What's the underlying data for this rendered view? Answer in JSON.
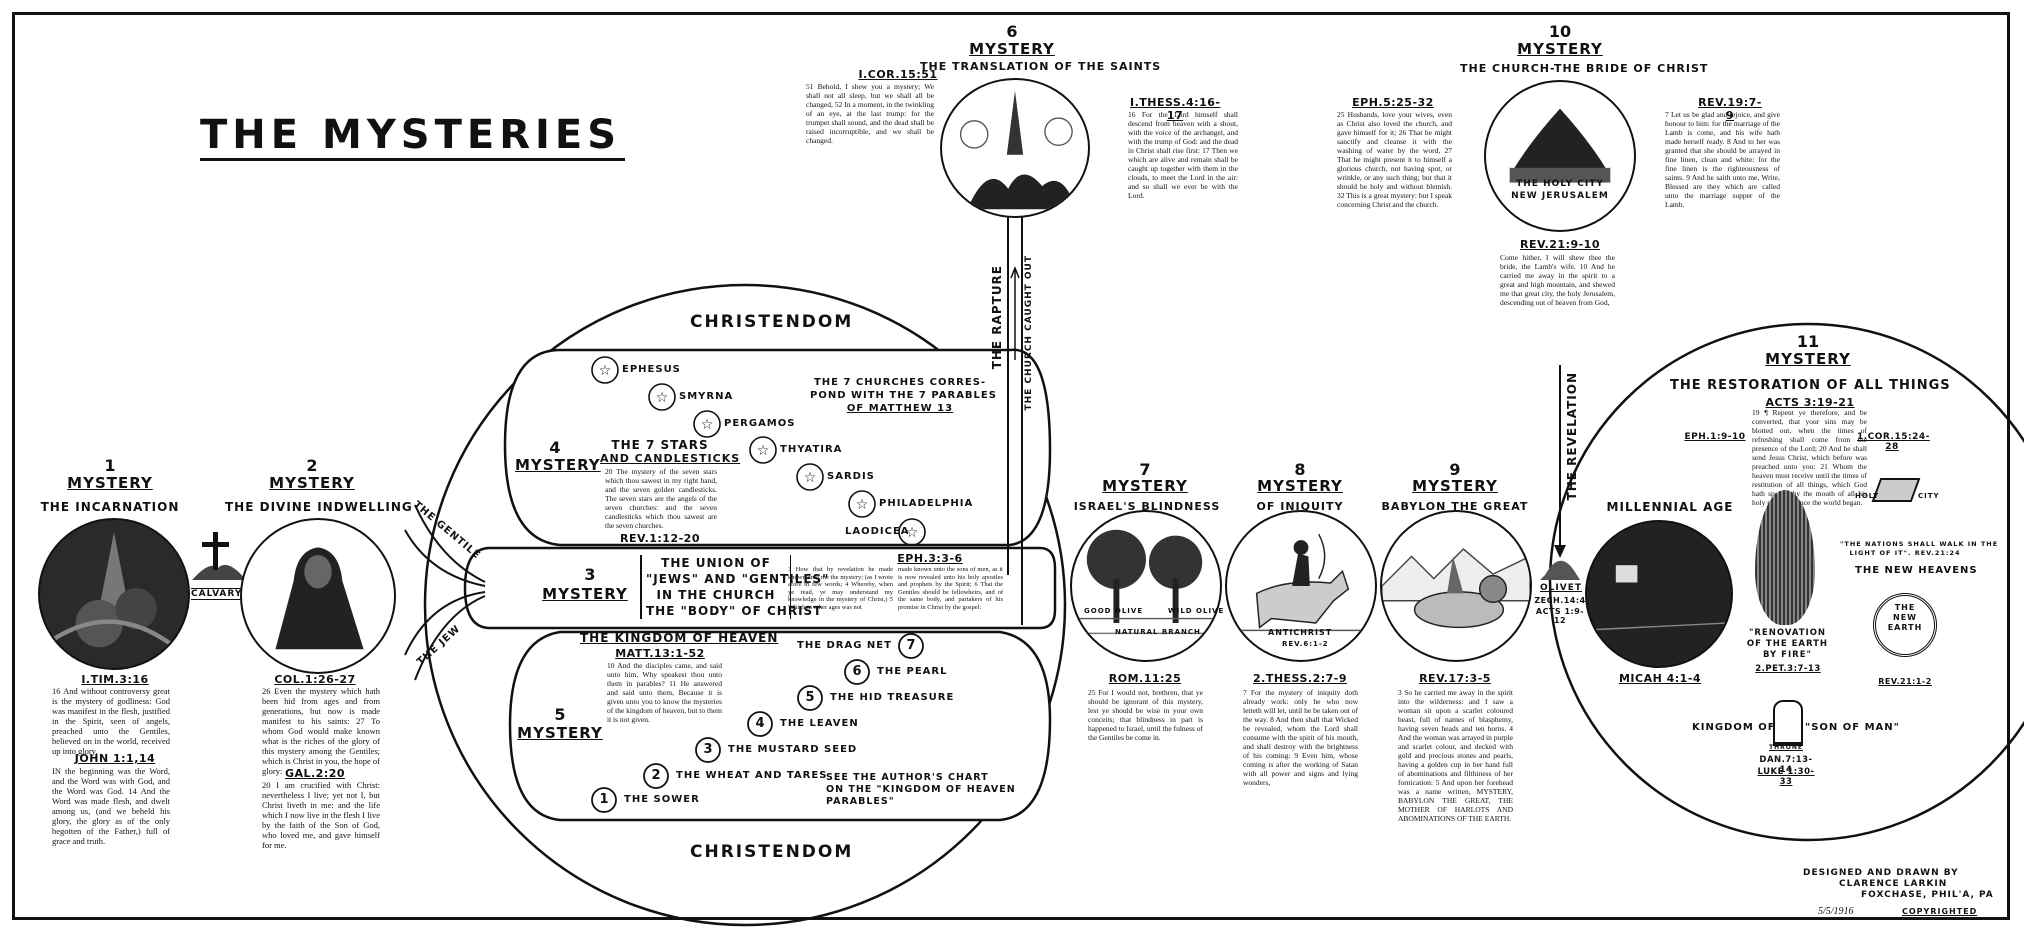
{
  "title": "The Mysteries",
  "mystery_word": "Mystery",
  "m1": {
    "number": "1",
    "arc_title": "The Incarnation",
    "refs": [
      {
        "ref": "I.Tim.3:16",
        "text": "16 And without controversy great is the mystery of godliness: God was manifest in the flesh, justified in the Spirit, seen of angels, preached unto the Gentiles, believed on in the world, received up into glory."
      },
      {
        "ref": "John 1:1,14",
        "text": "IN the beginning was the Word, and the Word was with God, and the Word was God. 14 And the Word was made flesh, and dwelt among us, (and we beheld his glory, the glory as of the only begotten of the Father,) full of grace and truth."
      }
    ]
  },
  "calvary": "Calvary",
  "m2": {
    "number": "2",
    "arc_title": "The Divine Indwelling",
    "refs": [
      {
        "ref": "Col.1:26-27",
        "text": "26 Even the mystery which hath been hid from ages and from generations, but now is made manifest to his saints: 27 To whom God would make known what is the riches of the glory of this mystery among the Gentiles; which is Christ in you, the hope of glory:"
      },
      {
        "ref": "Gal.2:20",
        "text": "20 I am crucified with Christ: nevertheless I live; yet not I, but Christ liveth in me: and the life which I now live in the flesh I live by the faith of the Son of God, who loved me, and gave himself for me."
      }
    ]
  },
  "streams": {
    "gentile": "The Gentile",
    "jew": "The Jew"
  },
  "christendom": "Christendom",
  "m3": {
    "number": "3",
    "lines": [
      "The Union Of",
      "\"Jews\" and \"Gentiles\"",
      "In The Church",
      "The \"Body\" Of Christ"
    ],
    "ref": "Eph.3:3-6",
    "text_a": "3 How that by revelation he made known unto me the mystery; (as I wrote afore in few words; 4 Whereby, when ye read, ye may understand my knowledge in the mystery of Christ,) 5 Which in other ages was not",
    "text_b": "made known unto the sons of men, as it is now revealed unto his holy apostles and prophets by the Spirit; 6 That the Gentiles should be fellowheirs, and of the same body, and partakers of his promise in Christ by the gospel:"
  },
  "m4": {
    "number": "4",
    "heading": [
      "The 7 Stars",
      "And Candlesticks"
    ],
    "text": "20 The mystery of the seven stars which thou sawest in my right hand, and the seven golden candlesticks. The seven stars are the angels of the seven churches: and the seven candlesticks which thou sawest are the seven churches.",
    "ref": "Rev.1:12-20",
    "churches": [
      "Ephesus",
      "Smyrna",
      "Pergamos",
      "Thyatira",
      "Sardis",
      "Philadelphia",
      "Laodicea"
    ],
    "note": [
      "The 7 Churches Corres-",
      "pond With The 7 Parables",
      "Of Matthew 13"
    ]
  },
  "m5": {
    "number": "5",
    "heading": "The Kingdom Of Heaven",
    "ref": "Matt.13:1-52",
    "text": "10 And the disciples came, and said unto him, Why speakest thou unto them in parables? 11 He answered and said unto them, Because it is given unto you to know the mysteries of the kingdom of heaven, but to them it is not given.",
    "parables": [
      {
        "n": "1",
        "label": "The Sower"
      },
      {
        "n": "2",
        "label": "The Wheat and Tares"
      },
      {
        "n": "3",
        "label": "The Mustard Seed"
      },
      {
        "n": "4",
        "label": "The Leaven"
      },
      {
        "n": "5",
        "label": "The Hid Treasure"
      },
      {
        "n": "6",
        "label": "The Pearl"
      },
      {
        "n": "7",
        "label": "The Drag Net"
      }
    ],
    "note": [
      "See The Author's Chart",
      "On The \"Kingdom Of Heaven",
      "Parables\""
    ]
  },
  "m6": {
    "number": "6",
    "arc_title": "The Translation Of The Saints",
    "rapture": "The Rapture",
    "caught_out": "The Church Caught Out",
    "left": {
      "ref": "I.Cor.15:51",
      "text": "51 Behold, I shew you a mystery; We shall not all sleep, but we shall all be changed, 52 In a moment, in the twinkling of an eye, at the last trump: for the trumpet shall sound, and the dead shall be raised incorruptible, and we shall be changed."
    },
    "right": {
      "ref": "I.Thess.4:16-17",
      "text": "16 For the Lord himself shall descend from heaven with a shout, with the voice of the archangel, and with the trump of God: and the dead in Christ shall rise first: 17 Then we which are alive and remain shall be caught up together with them in the clouds, to meet the Lord in the air: and so shall we ever be with the Lord."
    }
  },
  "m7": {
    "number": "7",
    "arc_title": "Israel's Blindness",
    "img_labels": [
      "Good Olive",
      "Wild Olive",
      "Natural Branch"
    ],
    "ref": "Rom.11:25",
    "text": "25 For I would not, brethren, that ye should be ignorant of this mystery, lest ye should be wise in your own conceits; that blindness in part is happened to Israel, until the fulness of the Gentiles be come in."
  },
  "m8": {
    "number": "8",
    "arc_title": "Of Iniquity",
    "img_labels": [
      "Antichrist",
      "Rev.6:1-2"
    ],
    "ref": "2.Thess.2:7-9",
    "text": "7 For the mystery of iniquity doth already work: only he who now letteth will let, until he be taken out of the way. 8 And then shall that Wicked be revealed, whom the Lord shall consume with the spirit of his mouth, and shall destroy with the brightness of his coming: 9 Even him, whose coming is after the working of Satan with all power and signs and lying wonders,"
  },
  "m9": {
    "number": "9",
    "arc_title": "Babylon The Great",
    "ref": "Rev.17:3-5",
    "text": "3 So he carried me away in the spirit into the wilderness: and I saw a woman sit upon a scarlet coloured beast, full of names of blasphemy, having seven heads and ten horns. 4 And the woman was arrayed in purple and scarlet colour, and decked with gold and precious stones and pearls, having a golden cup in her hand full of abominations and filthiness of her fornication: 5 And upon her forehead was a name written, MYSTERY, BABYLON THE GREAT, THE MOTHER OF HARLOTS AND ABOMINATIONS OF THE EARTH."
  },
  "m10": {
    "number": "10",
    "arc_title": "The Church-The Bride Of Christ",
    "img_labels": [
      "The Holy City",
      "New Jerusalem"
    ],
    "left": {
      "ref": "Eph.5:25-32",
      "text": "25 Husbands, love your wives, even as Christ also loved the church, and gave himself for it; 26 That he might sanctify and cleanse it with the washing of water by the word, 27 That he might present it to himself a glorious church, not having spot, or wrinkle, or any such thing; but that it should be holy and without blemish. 32 This is a great mystery: but I speak concerning Christ and the church."
    },
    "right": {
      "ref": "Rev.19:7-9",
      "text": "7 Let us be glad and rejoice, and give honour to him: for the marriage of the Lamb is come, and his wife hath made herself ready. 8 And to her was granted that she should be arrayed in fine linen, clean and white: for the fine linen is the righteousness of saints. 9 And he saith unto me, Write, Blessed are they which are called unto the marriage supper of the Lamb."
    },
    "below": {
      "ref": "Rev.21:9-10",
      "text": "Come hither, I will shew thee the bride, the Lamb's wife. 10 And he carried me away in the spirit to a great and high mountain, and shewed me that great city, the holy Jerusalem, descending out of heaven from God,"
    }
  },
  "revelation": "The Revelation",
  "olivet": {
    "label": "Olivet",
    "refs": [
      "Zech.14:4",
      "Acts 1:9-12"
    ]
  },
  "m11": {
    "number": "11",
    "arc_title": "The Restoration Of All Things",
    "center": {
      "ref": "Acts 3:19-21",
      "text": "19 ¶ Repent ye therefore, and be converted, that your sins may be blotted out, when the times of refreshing shall come from the presence of the Lord; 20 And he shall send Jesus Christ, which before was preached unto you: 21 Whom the heaven must receive until the times of restitution of all things, which God hath spoken by the mouth of all his holy prophets since the world began."
    },
    "left_ref": "Eph.1:9-10",
    "right_ref": "1.Cor.15:24-28",
    "millennial": {
      "label": "Millennial Age",
      "ref": "Micah 4:1-4"
    },
    "renovation": {
      "lines": [
        "\"Renovation",
        "Of The Earth",
        "By Fire\""
      ],
      "ref": "2.Pet.3:7-13"
    },
    "holy_city": {
      "left": "Holy",
      "right": "City",
      "quote": [
        "\"The Nations Shall Walk In The",
        "Light Of It\". Rev.21:24"
      ]
    },
    "new_heavens": "The New Heavens",
    "new_earth": [
      "The",
      "New",
      "Earth"
    ],
    "new_earth_ref": "Rev.21:1-2",
    "kingdom": {
      "left": "Kingdom Of",
      "right": "\"Son Of Man\"",
      "throne": "Throne",
      "refs": [
        "Dan.7:13-14",
        "Luke 1:30-33"
      ]
    }
  },
  "credit": {
    "lines": [
      "Designed And Drawn By",
      "Clarence Larkin",
      "Foxchase, Phil'a, Pa"
    ],
    "date": "5/5/1916",
    "copyright": "Copyrighted"
  }
}
